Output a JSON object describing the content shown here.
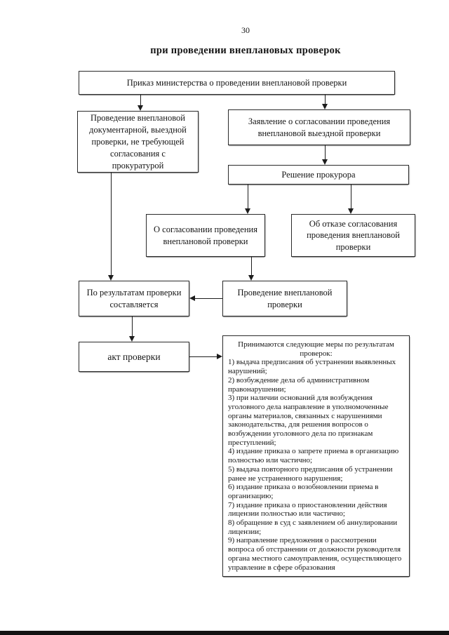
{
  "colors": {
    "ink": "#161616",
    "paper": "#ffffff"
  },
  "page": {
    "number": "30",
    "title": "при проведении внеплановых проверок"
  },
  "flow": {
    "order": "Приказ  министерства о проведении внеплановой проверки",
    "documentary": "Проведение внеплановой документарной, выездной проверки, не требующей согласования с прокуратурой",
    "application": "Заявление о согласовании проведения внеплановой выездной проверки",
    "prosecutor_decision": "Решение прокурора",
    "approval": "О согласовании проведения внеплановой проверки",
    "refusal": "Об отказе согласования проведения внеплановой проверки",
    "results": "По результатам проверки составляется",
    "conduct": "Проведение внеплановой проверки",
    "act": "акт проверки",
    "measures_header": "Принимаются следующие меры по результатам проверок:",
    "measures": [
      "1) выдача предписания об устранении выявленных нарушений;",
      "2) возбуждение дела об административном правонарушении;",
      "3) при наличии оснований для возбуждения уголовного дела направление в уполномоченные органы материалов, связанных с нарушениями законодательства, для решения вопросов о возбуждении уголовного дела по признакам преступлений;",
      "4) издание приказа о запрете приема в организацию полностью или частично;",
      "5) выдача повторного предписания об устранении ранее не устраненного нарушения;",
      "6) издание приказа о возобновлении приема в организацию;",
      "7) издание приказа о приостановлении действия лицензии полностью или частично;",
      "8) обращение в суд с заявлением об аннулировании лицензии;",
      "9) направление предложения о рассмотрении вопроса об отстранении от должности руководителя органа местного самоуправления, осуществляющего управление в сфере образования"
    ]
  }
}
